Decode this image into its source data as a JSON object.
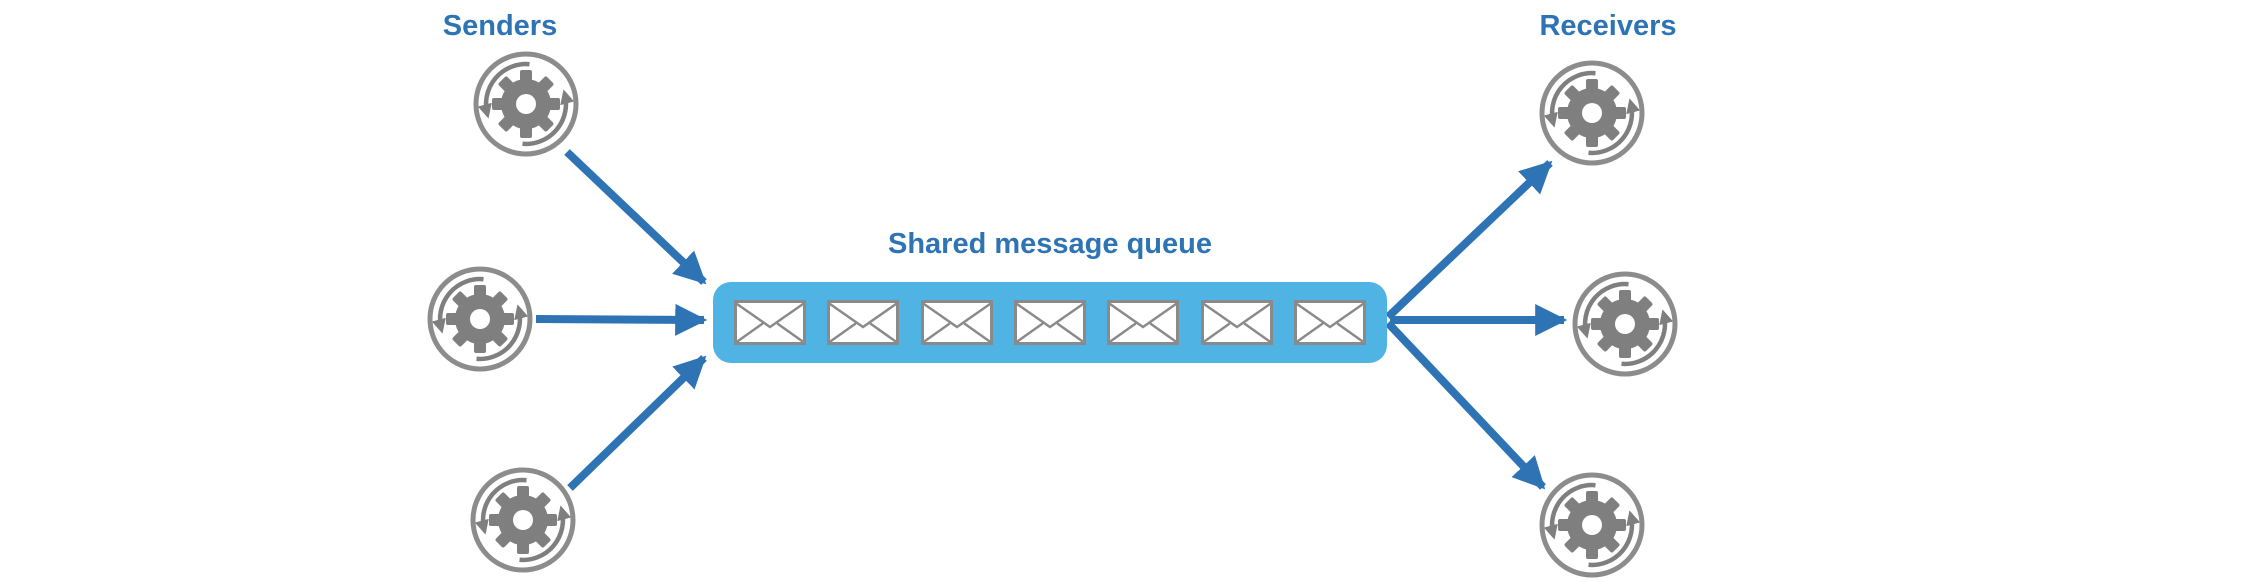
{
  "diagram": {
    "senders_label": "Senders",
    "receivers_label": "Receivers",
    "queue_label": "Shared message queue",
    "sender_count": 3,
    "receiver_count": 3,
    "message_count": 7
  },
  "colors": {
    "accent_blue": "#2E74B5",
    "queue_fill": "#4FB3E3",
    "icon_gray": "#7F7F7F",
    "circle_gray": "#8C8C8C",
    "envelope_stroke": "#8A8A8A",
    "background": "#FFFFFF"
  },
  "icons": {
    "node": "gear-sync-icon",
    "message": "envelope-icon"
  }
}
